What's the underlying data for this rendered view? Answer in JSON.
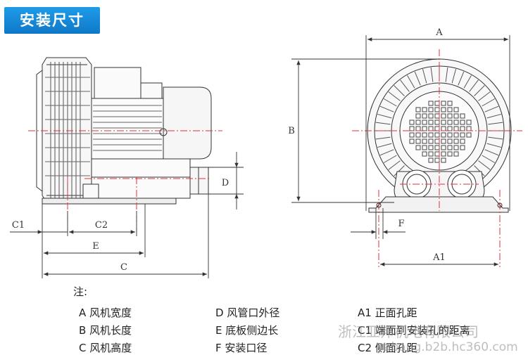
{
  "title": "安装尺寸",
  "note_label": "注:",
  "dimension_labels": {
    "A": "A",
    "B": "B",
    "C": "C",
    "D": "D",
    "E": "E",
    "F": "F",
    "A1": "A1",
    "C1": "C1",
    "C2": "C2"
  },
  "legend": {
    "col1": [
      "A 风机宽度",
      "B 风机长度",
      "C 风机高度"
    ],
    "col2": [
      "D 风管口外径",
      "E 底板侧边长",
      "F 安装口径"
    ],
    "col3": [
      "A1 正面孔距",
      "C1 端面到安装孔的距离",
      "C2 侧面孔距"
    ]
  },
  "watermark": {
    "line1": "浙江亚邦机电有限公司",
    "line2": "yabang.b2b.hc360.com"
  },
  "colors": {
    "badge": "#1187d8",
    "centerline": "#e0303a",
    "line": "#333333"
  }
}
